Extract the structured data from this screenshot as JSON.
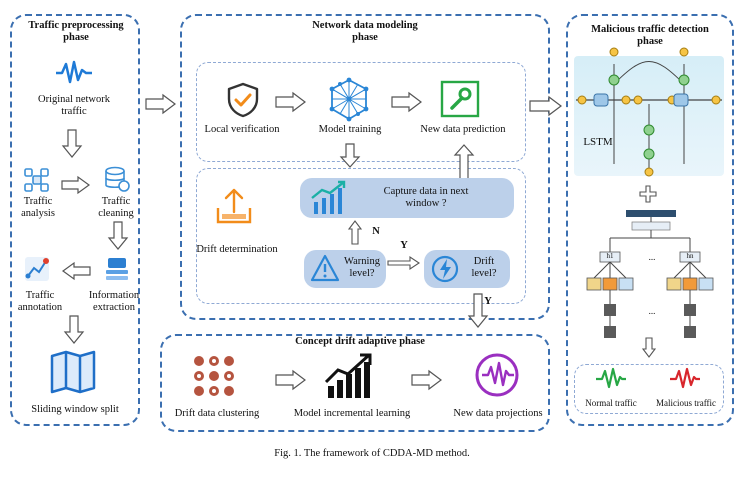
{
  "phases": {
    "preprocessing": "Traffic preprocessing phase",
    "modeling": "Network data modeling phase",
    "detection": "Malicious traffic detection phase",
    "drift": "Concept drift adaptive phase"
  },
  "preprocessing": {
    "original": "Original network traffic",
    "analysis": "Traffic analysis",
    "cleaning": "Traffic cleaning",
    "annotation": "Traffic annotation",
    "extraction": "Information extraction",
    "split": "Sliding window split"
  },
  "modeling": {
    "local": "Local verification",
    "training": "Model training",
    "prediction": "New data prediction",
    "drift_det": "Drift determination",
    "capture": "Capture data in next window ?",
    "warning": "Warning level?",
    "drift_level": "Drift level?",
    "n_label": "N",
    "y_label": "Y",
    "y_label2": "Y"
  },
  "detection": {
    "lstm": "LSTM",
    "normal": "Normal traffic",
    "malicious": "Malicious traffic",
    "h1": "h1",
    "hn": "hn",
    "dots": "...",
    "dots2": "..."
  },
  "drift": {
    "clustering": "Drift data clustering",
    "incremental": "Model incremental learning",
    "projections": "New data projections"
  },
  "caption": "Fig. 1.  The framework of CDDA-MD method."
}
